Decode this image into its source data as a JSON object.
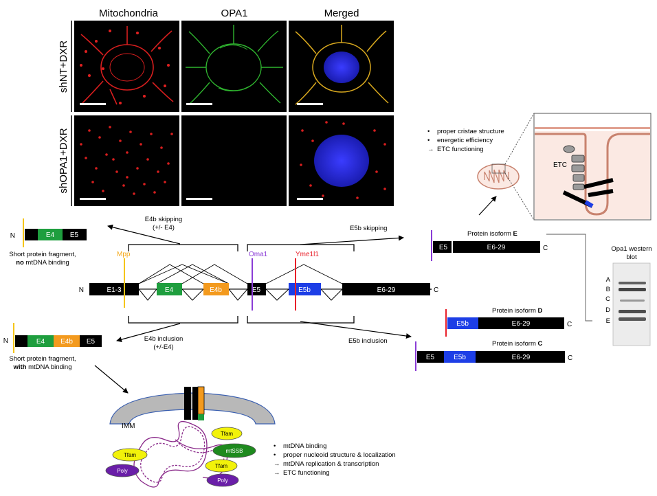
{
  "micro": {
    "columns": [
      "Mitochondria",
      "OPA1",
      "Merged"
    ],
    "rows": [
      "shNT+DXR",
      "shOPA1+DXR"
    ]
  },
  "gene": {
    "n": "N",
    "c": "C",
    "exons": {
      "e13": "E1-3",
      "e4": "E4",
      "e4b": "E4b",
      "e5": "E5",
      "e5b": "E5b",
      "e629": "E6-29"
    },
    "proteases": {
      "mpp": "Mpp",
      "oma1": "Oma1",
      "yme1l1": "Yme1l1"
    }
  },
  "events": {
    "e4b_skip_1": "E4b skipping",
    "e4b_skip_2": "(+/- E4)",
    "e4b_incl_1": "E4b inclusion",
    "e4b_incl_2": "(+/-E4)",
    "e5b_skip": "E5b skipping",
    "e5b_incl": "E5b inclusion"
  },
  "fragments": {
    "frag1_1": "Short protein fragment,",
    "frag1_2a": "no",
    "frag1_2b": " mtDNA binding",
    "frag2_1": "Short protein fragment,",
    "frag2_2a": "with",
    "frag2_2b": " mtDNA binding"
  },
  "isoforms": {
    "prefix": "Protein isoform ",
    "e": "E",
    "d": "D",
    "c": "C"
  },
  "western": {
    "title_1": "Opa1 western",
    "title_2": "blot",
    "bands": [
      "A",
      "B",
      "C",
      "D",
      "E"
    ]
  },
  "mito": {
    "bullet_1": "proper cristae structure",
    "bullet_2": "energetic efficiency",
    "bullet_3": "ETC functioning",
    "etc": "ETC"
  },
  "nucleoid": {
    "imm": "IMM",
    "tfam": "Tfam",
    "mtssb": "mtSSB",
    "poly": "Poly",
    "bullet_1": "mtDNA binding",
    "bullet_2": "proper nucleoid structure & localization",
    "bullet_3": "mtDNA replication & transcription",
    "bullet_4": "ETC functioning"
  },
  "colors": {
    "e4": "#1e9e3e",
    "e4b": "#f39a1e",
    "e5b": "#1d3ee6",
    "mpp": "#f5c518",
    "oma1": "#8a3cd6",
    "yme1l1": "#e8202a",
    "mito_stain": "#d81e1e",
    "opa1_stain": "#2fb52f",
    "nucleus": "#2228d8",
    "tfam": "#f2f20a",
    "mtssb": "#1e8a1e",
    "poly": "#6a1ea8"
  }
}
